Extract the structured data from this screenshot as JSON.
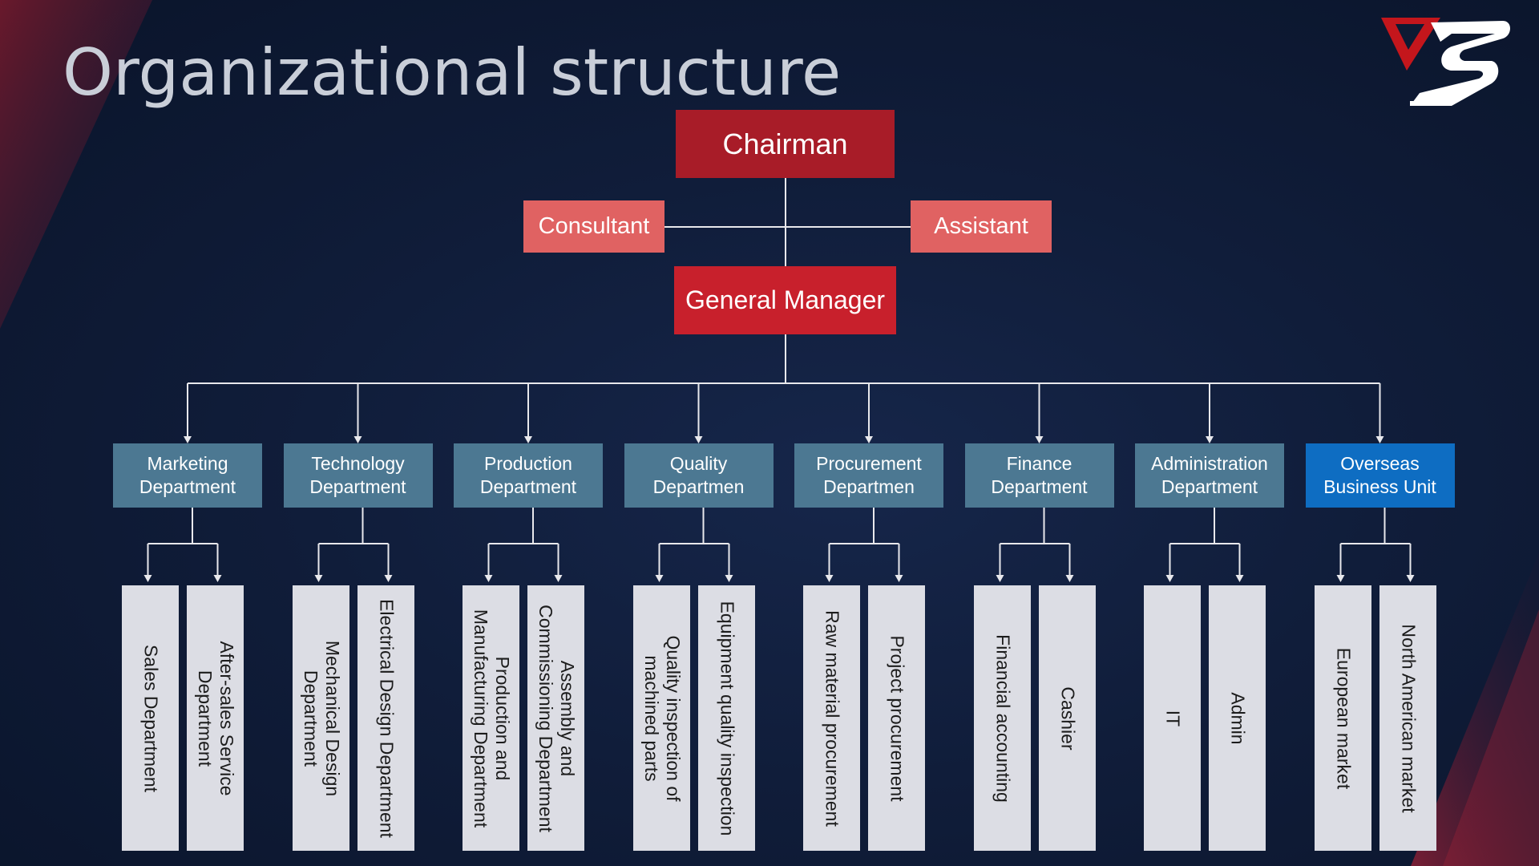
{
  "title": "Organizational structure",
  "colors": {
    "top": "#a81c28",
    "side": "#e06262",
    "dept": "#4c7892",
    "overseas": "#0e6dc2",
    "sub": "#dcdde4",
    "line": "#e8e8ec"
  },
  "chairman": "Chairman",
  "consultant": "Consultant",
  "assistant": "Assistant",
  "general_manager": "General Manager",
  "departments": [
    {
      "name": "Marketing Department",
      "subs": [
        "Sales Department",
        "After-sales Service Department"
      ]
    },
    {
      "name": "Technology Department",
      "subs": [
        "Mechanical Design Department",
        "Electrical Design Department"
      ]
    },
    {
      "name": "Production Department",
      "subs": [
        "Production and Manufacturing Department",
        "Assembly and Commissioning Department"
      ]
    },
    {
      "name": "Quality Departmen",
      "subs": [
        "Quality inspection of machined parts",
        "Equipment quality inspection"
      ]
    },
    {
      "name": "Procurement Departmen",
      "subs": [
        "Raw material procurement",
        "Project procurement"
      ]
    },
    {
      "name": "Finance Department",
      "subs": [
        "Financial accounting",
        "Cashier"
      ]
    },
    {
      "name": "Administration Department",
      "subs": [
        "IT",
        "Admin"
      ]
    },
    {
      "name": "Overseas Business Unit",
      "subs": [
        "European market",
        "North American market"
      ]
    }
  ]
}
